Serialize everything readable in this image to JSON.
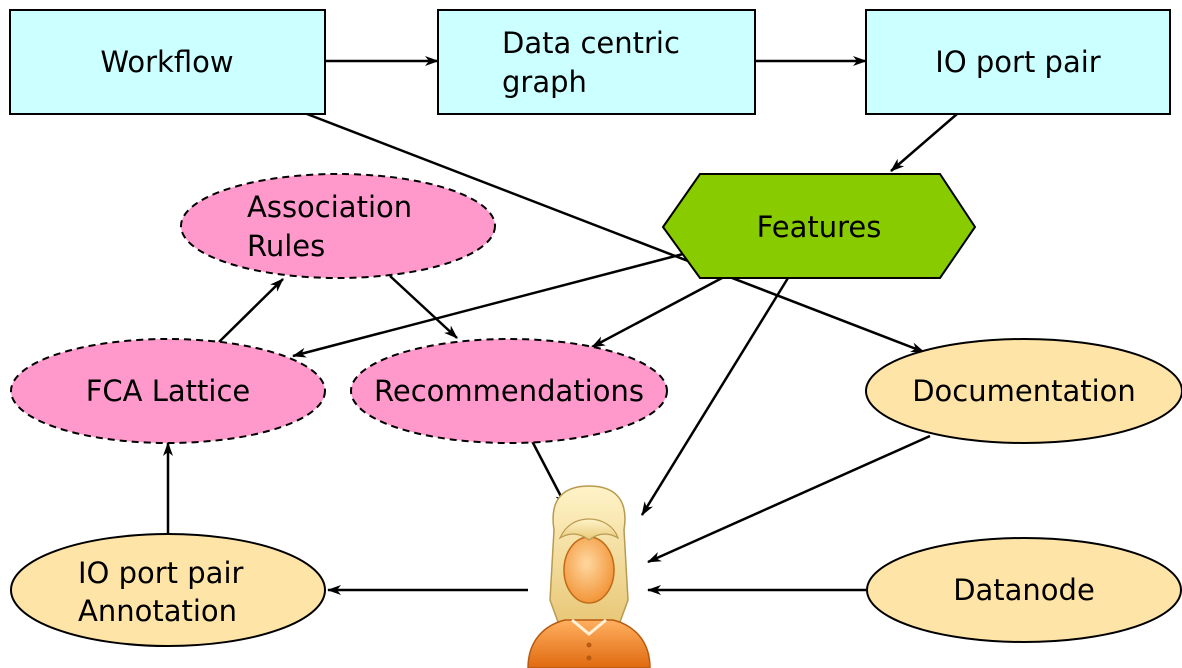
{
  "diagram": {
    "colors": {
      "process_box_fill": "#ccffff",
      "feature_fill": "#88cc00",
      "mining_fill": "#ff99cc",
      "resource_fill": "#ffe4a8",
      "edge": "#000000"
    },
    "nodes": {
      "workflow": {
        "label": [
          "Workflow"
        ]
      },
      "data_centric_graph": {
        "label": [
          "Data centric",
          "graph"
        ]
      },
      "io_port_pair": {
        "label": [
          "IO port pair"
        ]
      },
      "features": {
        "label": [
          "Features"
        ]
      },
      "association_rules": {
        "label": [
          "Association",
          "Rules"
        ]
      },
      "fca_lattice": {
        "label": [
          "FCA Lattice"
        ]
      },
      "recommendations": {
        "label": [
          "Recommendations"
        ]
      },
      "documentation": {
        "label": [
          "Documentation"
        ]
      },
      "io_port_pair_annotation": {
        "label": [
          "IO port pair",
          "Annotation"
        ]
      },
      "datanode": {
        "label": [
          "Datanode"
        ]
      },
      "user": {
        "icon": "user-icon"
      }
    },
    "edges": [
      {
        "from": "workflow",
        "to": "data_centric_graph"
      },
      {
        "from": "data_centric_graph",
        "to": "io_port_pair"
      },
      {
        "from": "io_port_pair",
        "to": "features"
      },
      {
        "from": "workflow",
        "to": "documentation"
      },
      {
        "from": "features",
        "to": "fca_lattice"
      },
      {
        "from": "features",
        "to": "recommendations"
      },
      {
        "from": "features",
        "to": "user"
      },
      {
        "from": "association_rules",
        "to": "recommendations"
      },
      {
        "from": "fca_lattice",
        "to": "association_rules"
      },
      {
        "from": "recommendations",
        "to": "user"
      },
      {
        "from": "documentation",
        "to": "user"
      },
      {
        "from": "datanode",
        "to": "user"
      },
      {
        "from": "user",
        "to": "io_port_pair_annotation"
      },
      {
        "from": "io_port_pair_annotation",
        "to": "fca_lattice"
      }
    ]
  }
}
